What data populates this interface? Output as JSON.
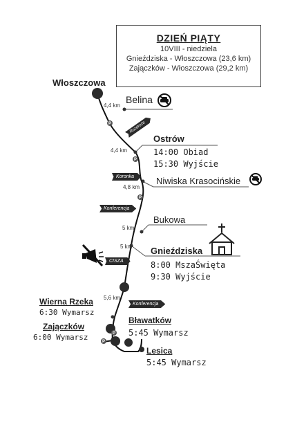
{
  "header": {
    "title": "DZIEŃ PIĄTY",
    "date": "10VIII - niedziela",
    "route_1": "Gnieździska - Włoszczowa (23,6 km)",
    "route_2": "Zajączków - Włoszczowa (29,2 km)"
  },
  "places": {
    "wloszczowa": "Włoszczowa",
    "belina": "Belina",
    "ostrow": "Ostrów",
    "ostrow_t1": "14:00 Obiad",
    "ostrow_t2": "15:30 Wyjście",
    "niwiska": "Niwiska Krasocińskie",
    "bukowa": "Bukowa",
    "gniezdziska": "Gnieździska",
    "gniezdziska_t1": "8:00 MszaŚwięta",
    "gniezdziska_t2": "9:30 Wyjście",
    "wierna_rzeka": "Wierna Rzeka",
    "wierna_rzeka_t": "6:30 Wymarsz",
    "zajaczkow": "Zajączków",
    "zajaczkow_t": "6:00 Wymarsz",
    "blawatkow": "Bławatków",
    "blawatkow_t": "5:45 Wymarsz",
    "lesica": "Lesica",
    "lesica_t": "5:45 Wymarsz"
  },
  "distances": {
    "d1": "4,4 km",
    "d2": "4,4 km",
    "d3": "4,8 km",
    "d4": "5 km",
    "d5": "5 km",
    "d6": "5,6 km"
  },
  "tags": {
    "rozdroze": "Rozdroże",
    "koronka": "Koronka",
    "konferencja_1": "Konferencja",
    "cisza": "CISZA",
    "konferencja_2": "Konferencja"
  },
  "icons": {
    "belina": "no-car-icon",
    "niwiska": "no-car-icon",
    "gniezdziska": "church-icon",
    "cisza": "no-megaphone-icon"
  }
}
